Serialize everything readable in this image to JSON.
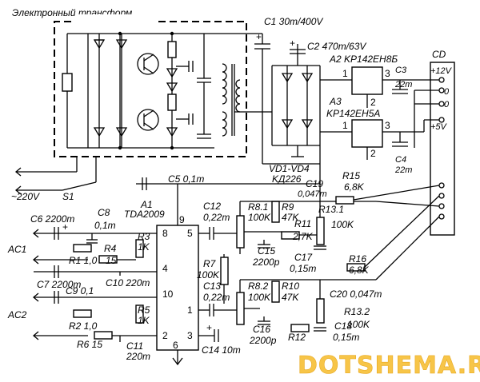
{
  "title": "Электронный трансформ",
  "watermark": "DOTSHEMA.RU",
  "mains": "~220V",
  "switch": "S1",
  "components": {
    "c1": "C1 30m/400V",
    "c2": "C2 470m/63V",
    "a2": "A2 KP142EH8Б",
    "a3": "A3",
    "a3_type": "KP142EH5A",
    "c3": "C3",
    "c3_val": "22m",
    "c4": "C4",
    "c4_val": "22m",
    "vd": "VD1-VD4",
    "vd_type": "KД226",
    "a1": "A1",
    "a1_type": "TDA2009",
    "c5": "C5 0,1m",
    "c6": "C6 2200m",
    "c7": "C7 2200m",
    "c8": "C8",
    "c8_val": "0,1m",
    "c9": "C9 0,1",
    "c10": "C10 220m",
    "c11": "C11",
    "c11_val": "220m",
    "c12": "C12",
    "c12_val": "0,22m",
    "c13": "C13",
    "c13_val": "0,22m",
    "c14": "C14 10m",
    "c15": "C15",
    "c15_val": "2200p",
    "c16": "C16",
    "c16_val": "2200p",
    "c17": "C17",
    "c17_val": "0,15m",
    "c18": "C18",
    "c18_val": "0,15m",
    "c19": "C19",
    "c19_val": "0,047m",
    "c20": "C20 0,047m",
    "r1": "R1 1,0",
    "r2": "R2 1,0",
    "r3": "R3",
    "r3_val": "1K",
    "r4": "R4",
    "r4_val": "15",
    "r5": "R5",
    "r5_val": "1K",
    "r6": "R6 15",
    "r7": "R7",
    "r7_val": "100K",
    "r81": "R8.1",
    "r81_val": "100K",
    "r82": "R8.2",
    "r82_val": "100K",
    "r9": "R9",
    "r9_val": "47K",
    "r10": "R10",
    "r10_val": "47K",
    "r11": "R11",
    "r11_val": "2,7K",
    "r12": "R12",
    "r131": "R13.1",
    "r131_val": "100K",
    "r132": "R13.2",
    "r132_val": "100K",
    "r15": "R15",
    "r15_val": "6,8K",
    "r16": "R16",
    "r16_val": "6,8K"
  },
  "ports": {
    "ac1": "AC1",
    "ac2": "AC2",
    "cd": "CD",
    "p12": "+12V",
    "p0a": "0",
    "p0b": "0",
    "p5": "+5V"
  },
  "pins": {
    "a1_8": "8",
    "a1_4": "4",
    "a1_10": "10",
    "a1_2": "2",
    "a1_6": "6",
    "a1_9": "9",
    "a1_5": "5",
    "a1_1": "1",
    "a1_3": "3",
    "a2_1": "1",
    "a2_2": "2",
    "a2_3": "3",
    "a3_1": "1",
    "a3_2": "2",
    "a3_3": "3"
  }
}
